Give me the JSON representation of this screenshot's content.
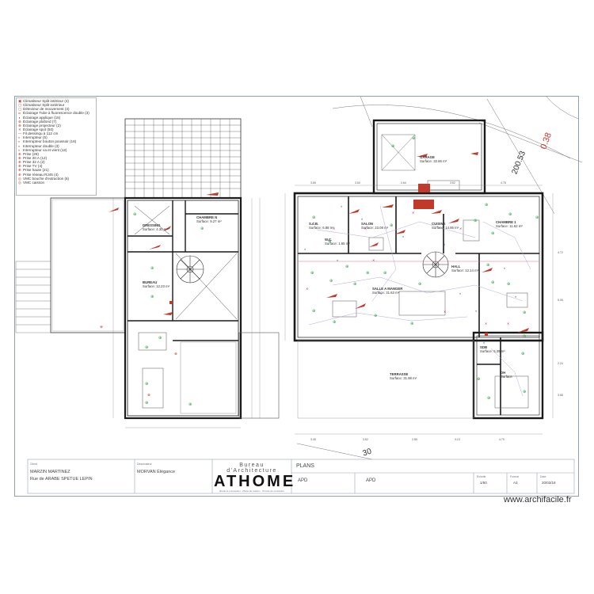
{
  "legend": [
    {
      "icon": "ac-indoor-icon",
      "label": "Climatiseur Split intérieur (4)"
    },
    {
      "icon": "ac-outdoor-icon",
      "label": "Climatiseur Split extérieur"
    },
    {
      "icon": "ac-outdoor-icon",
      "label": "Détecteur de mouvement (3)"
    },
    {
      "icon": "tube-light-icon",
      "label": "Éclairage Tube à fluorescence double (3)"
    },
    {
      "icon": "wall-light-icon",
      "label": "Éclairage applique (15)"
    },
    {
      "icon": "ceiling-light-icon",
      "label": "Éclairage plafond (7)"
    },
    {
      "icon": "ceiling-light-icon",
      "label": "Éclairage projecteur (2)"
    },
    {
      "icon": "spot-icon",
      "label": "Éclairage spot (50)"
    },
    {
      "icon": "wire-icon",
      "label": "Fil dessinqu à 112 cm"
    },
    {
      "icon": "switch-icon",
      "label": "Interrupteur (5)"
    },
    {
      "icon": "switch-icon",
      "label": "Interrupteur bouton poussoir (16)"
    },
    {
      "icon": "switch-icon",
      "label": "Interrupteur double (3)"
    },
    {
      "icon": "switch-icon",
      "label": "Interrupteur va et vient (12)"
    },
    {
      "icon": "socket-icon",
      "label": "Prise (28)"
    },
    {
      "icon": "socket-icon",
      "label": "Prise 20 A (12)"
    },
    {
      "icon": "socket-icon",
      "label": "Prise 32 A (2)"
    },
    {
      "icon": "socket-icon",
      "label": "Prise TV (4)"
    },
    {
      "icon": "socket-icon",
      "label": "Prise haute (21)"
    },
    {
      "icon": "socket-icon",
      "label": "Prise réseau RJ45 (4)"
    },
    {
      "icon": "vmc-icon",
      "label": "VMC bouche d'extraction (6)"
    },
    {
      "icon": "vmc-icon",
      "label": "VMC caisson"
    }
  ],
  "rooms": [
    {
      "id": "chambre-n",
      "name": "CHAMBRE N",
      "area": "Surface: 9.27 m²"
    },
    {
      "id": "dressing",
      "name": "DRESSING",
      "area": "Surface: 4.30 m²"
    },
    {
      "id": "bureau",
      "name": "BUREAU",
      "area": "Surface: 12.23 m²"
    },
    {
      "id": "sdb-1",
      "name": "S.d.B.",
      "area": "Surface: 6.88 m²"
    },
    {
      "id": "wc",
      "name": "W.C.",
      "area": "Surface: 1.65 m²"
    },
    {
      "id": "salon",
      "name": "SALON",
      "area": "Surface: 23.08 m²"
    },
    {
      "id": "cuisine",
      "name": "CUISINE",
      "area": "Surface: 14.95 m²"
    },
    {
      "id": "salle-a-manger",
      "name": "SALLE A MANGER",
      "area": "Surface: 31.63 m²"
    },
    {
      "id": "hall",
      "name": "HALL",
      "area": "Surface: 12.14 m²"
    },
    {
      "id": "chambre-1",
      "name": "CHAMBRE 1",
      "area": "Surface: 11.62 m²"
    },
    {
      "id": "sdb-2",
      "name": "SDB",
      "area": "Surface: 5.39 m²"
    },
    {
      "id": "garage",
      "name": "GARAGE",
      "area": "Surface: 32.66 m²"
    },
    {
      "id": "terrasse",
      "name": "TERRASSE",
      "area": "Surface: 31.98 m²"
    },
    {
      "id": "dh",
      "name": "DH",
      "area": "Surface"
    }
  ],
  "dimensions": {
    "diagonal_1": "0.38",
    "diagonal_2": "200.53",
    "bottom": "30"
  },
  "title_block": {
    "client_label": "Client",
    "client_name": "MARZIN MARTINEZ",
    "client_address": "Rue de ARABE SPETUE LEPIN",
    "designer_label": "Dessinateur",
    "designer_name": "MORVAN Élégance",
    "office_top": "Bureau d'Architecture",
    "office_name": "ATHOME",
    "office_sub": "Étude et conception · Plans de maison · Permis de construire",
    "section_title": "PLANS",
    "phase_1": "APD",
    "phase_2": "APD",
    "meta_1_label": "Échelle",
    "meta_1_value": "1/50",
    "meta_2_label": "Format",
    "meta_2_value": "A3",
    "meta_3_label": "Date",
    "meta_3_value": "20/03/18"
  },
  "watermark": "www.archifacile.fr",
  "colors": {
    "wall": "#1a1a1a",
    "electric_marker": "#c0392b",
    "socket": "#1e9b3a",
    "switch": "#2e6fc9",
    "wiring": "#b9a7d6"
  }
}
